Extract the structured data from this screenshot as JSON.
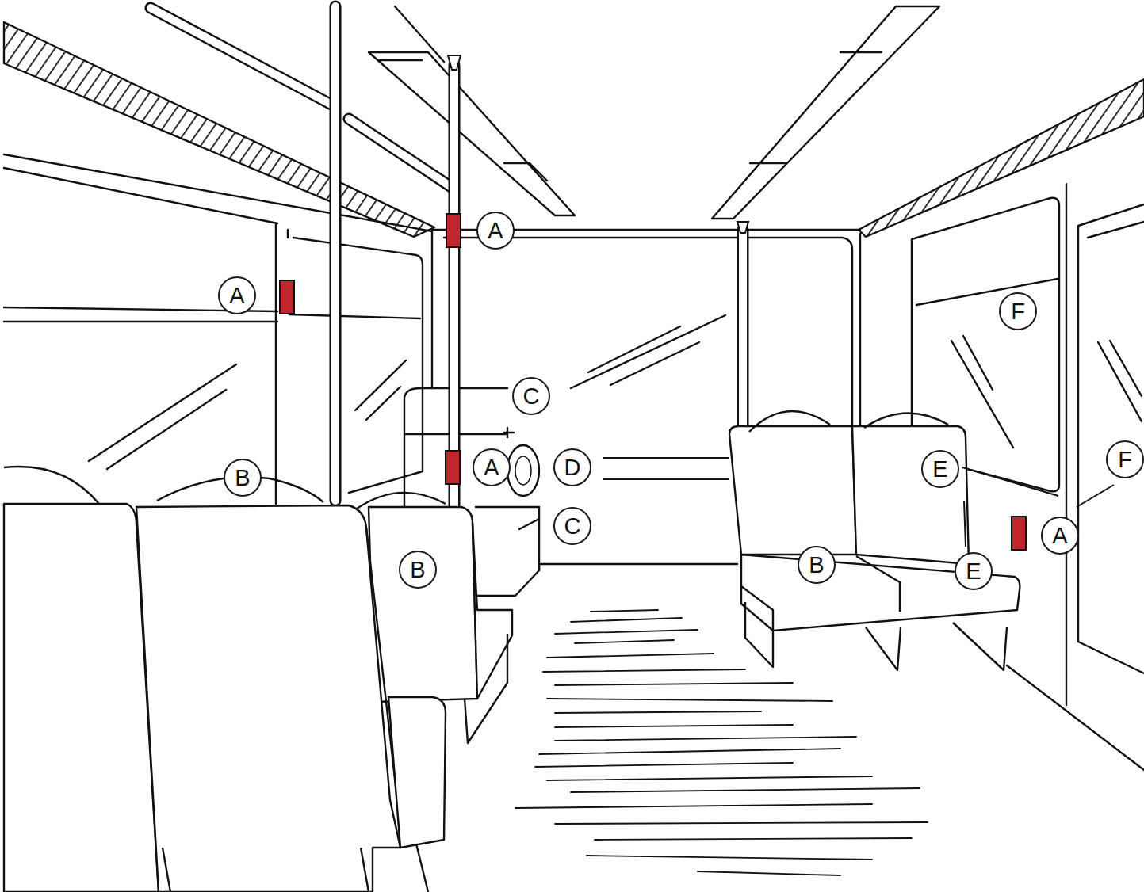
{
  "diagram": {
    "nodes": [
      {
        "text": [
          "A"
        ]
      },
      {
        "text": [
          "A"
        ]
      },
      {
        "text": [
          "F"
        ]
      },
      {
        "text": [
          "C"
        ]
      },
      {
        "text": [
          "B"
        ]
      },
      {
        "text": [
          "A"
        ]
      },
      {
        "text": [
          "D"
        ]
      },
      {
        "text": [
          "E"
        ]
      },
      {
        "text": [
          "F"
        ]
      },
      {
        "text": [
          "C"
        ]
      },
      {
        "text": [
          "A"
        ]
      },
      {
        "text": [
          "B"
        ]
      },
      {
        "text": [
          "B"
        ]
      },
      {
        "text": [
          "E"
        ]
      }
    ],
    "edges": []
  }
}
